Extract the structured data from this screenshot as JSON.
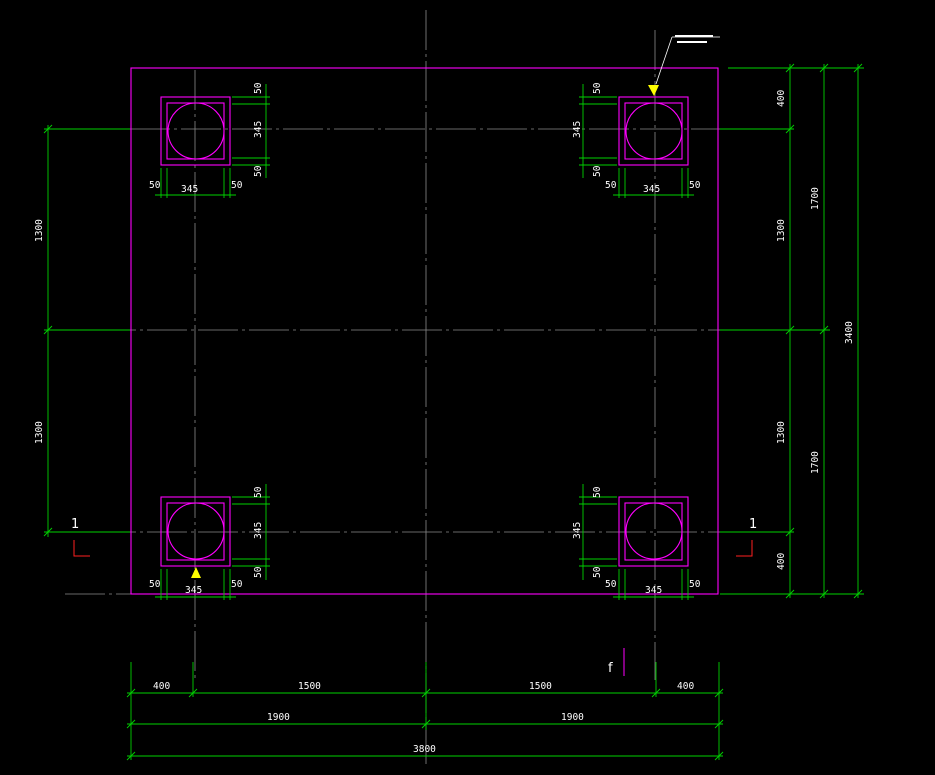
{
  "pile_cap": {
    "total_width": "3800",
    "half_widths": [
      "1900",
      "1900"
    ],
    "bottom_segments": [
      "400",
      "1500",
      "1500",
      "400"
    ],
    "left_spacings": [
      "1300",
      "1300"
    ],
    "right_segments": [
      "400",
      "1300",
      "1300",
      "400"
    ],
    "right_halves": [
      "1700",
      "1700"
    ],
    "right_total": "3400"
  },
  "pile_dims": {
    "edge": "50",
    "size": "345"
  },
  "section_marks": {
    "left": "1",
    "right": "1"
  },
  "note_label": "f",
  "colors": {
    "background": "#000000",
    "outline": "#ff00ff",
    "dimension": "#00d200",
    "centerline": "#8a8a8a",
    "marker": "#ffff00",
    "section": "#ff2020"
  }
}
